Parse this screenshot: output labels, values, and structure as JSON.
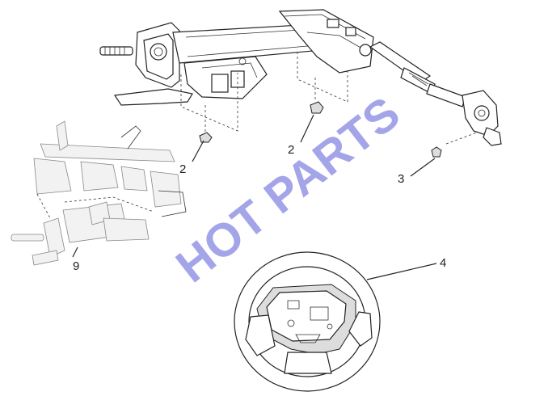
{
  "watermark": "HOT PARTS",
  "callouts": {
    "c2a": "2",
    "c2b": "2",
    "c3": "3",
    "c4": "4",
    "c9": "9"
  }
}
